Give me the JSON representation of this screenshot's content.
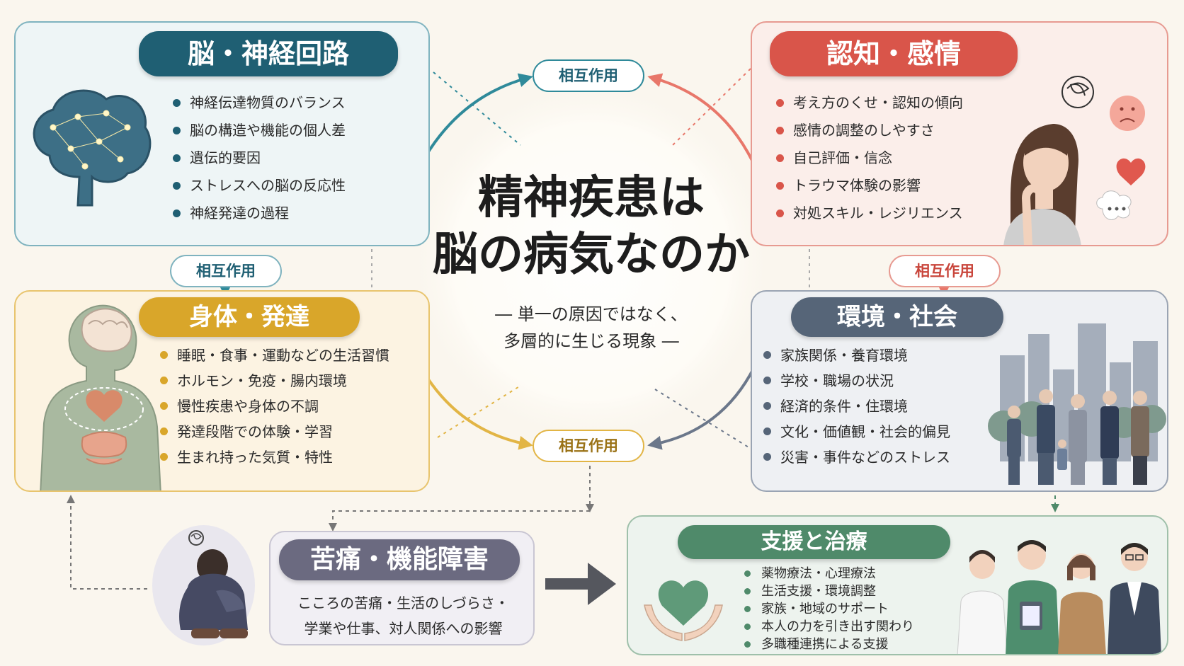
{
  "center": {
    "title_line1": "精神疾患は",
    "title_line2": "脳の病気なのか",
    "subtitle_line1": "― 単一の原因ではなく、",
    "subtitle_line2": "多層的に生じる現象 ―"
  },
  "interaction_label": "相互作用",
  "brain": {
    "title": "脳・神経回路",
    "items": [
      "神経伝達物質のバランス",
      "脳の構造や機能の個人差",
      "遺伝的要因",
      "ストレスへの脳の反応性",
      "神経発達の過程"
    ]
  },
  "cognition": {
    "title": "認知・感情",
    "items": [
      "考え方のくせ・認知の傾向",
      "感情の調整のしやすさ",
      "自己評価・信念",
      "トラウマ体験の影響",
      "対処スキル・レジリエンス"
    ]
  },
  "body": {
    "title": "身体・発達",
    "items": [
      "睡眠・食事・運動などの生活習慣",
      "ホルモン・免疫・腸内環境",
      "慢性疾患や身体の不調",
      "発達段階での体験・学習",
      "生まれ持った気質・特性"
    ]
  },
  "environment": {
    "title": "環境・社会",
    "items": [
      "家族関係・養育環境",
      "学校・職場の状況",
      "経済的条件・住環境",
      "文化・価値観・社会的偏見",
      "災害・事件などのストレス"
    ]
  },
  "distress": {
    "title": "苦痛・機能障害",
    "line1": "こころの苦痛・生活のしづらさ・",
    "line2": "学業や仕事、対人関係への影響"
  },
  "support": {
    "title": "支援と治療",
    "items": [
      "薬物療法・心理療法",
      "生活支援・環境調整",
      "家族・地域のサポート",
      "本人の力を引き出す関わり",
      "多職種連携による支援"
    ]
  },
  "colors": {
    "brain": "#1f5f73",
    "brain_arrow": "#2f8a9a",
    "cognition": "#d9554a",
    "cognition_arrow": "#e8776a",
    "body": "#d9a62a",
    "body_arrow": "#e2b545",
    "environment": "#566578",
    "environment_arrow": "#6b778a",
    "distress": "#6b6a80",
    "support": "#4f8a6a"
  },
  "icons": {
    "brain": "brain-network-icon",
    "cognition": "thinking-woman-icon",
    "body": "body-organs-icon",
    "environment": "city-people-icon",
    "distress": "crouching-person-icon",
    "support": "hands-heart-icon",
    "staff": "medical-team-icon"
  }
}
